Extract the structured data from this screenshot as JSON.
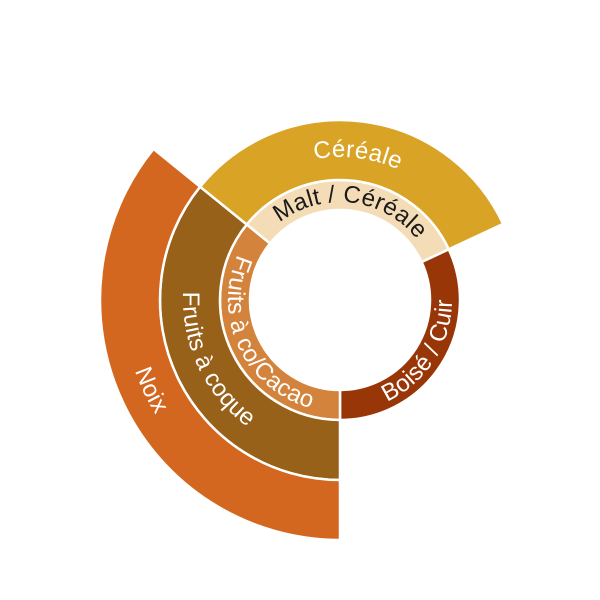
{
  "chart_data": {
    "type": "sunburst",
    "rings": [
      {
        "level": 1,
        "segments": [
          {
            "label": "Boisé / Cuir",
            "start_deg": -25,
            "end_deg": 90,
            "color": "#993608",
            "text_color": "#ffffff"
          },
          {
            "label": "Fruits à co/Cacao",
            "start_deg": 90,
            "end_deg": 219,
            "color": "#d4833c",
            "text_color": "#ffffff"
          },
          {
            "label": "Malt / Céréale",
            "start_deg": 219,
            "end_deg": 335,
            "color": "#f4ddb6",
            "text_color": "#1a1a1a"
          }
        ]
      },
      {
        "level": 2,
        "segments": [
          {
            "label": "Fruits à coque",
            "start_deg": 90,
            "end_deg": 219,
            "color": "#97611a",
            "text_color": "#ffffff"
          },
          {
            "label": "Céréale",
            "start_deg": 219,
            "end_deg": 335,
            "color": "#d9a426",
            "text_color": "#ffffff"
          }
        ]
      },
      {
        "level": 3,
        "segments": [
          {
            "label": "Noix",
            "start_deg": 90,
            "end_deg": 219,
            "color": "#d4671f",
            "text_color": "#ffffff"
          }
        ]
      }
    ]
  }
}
